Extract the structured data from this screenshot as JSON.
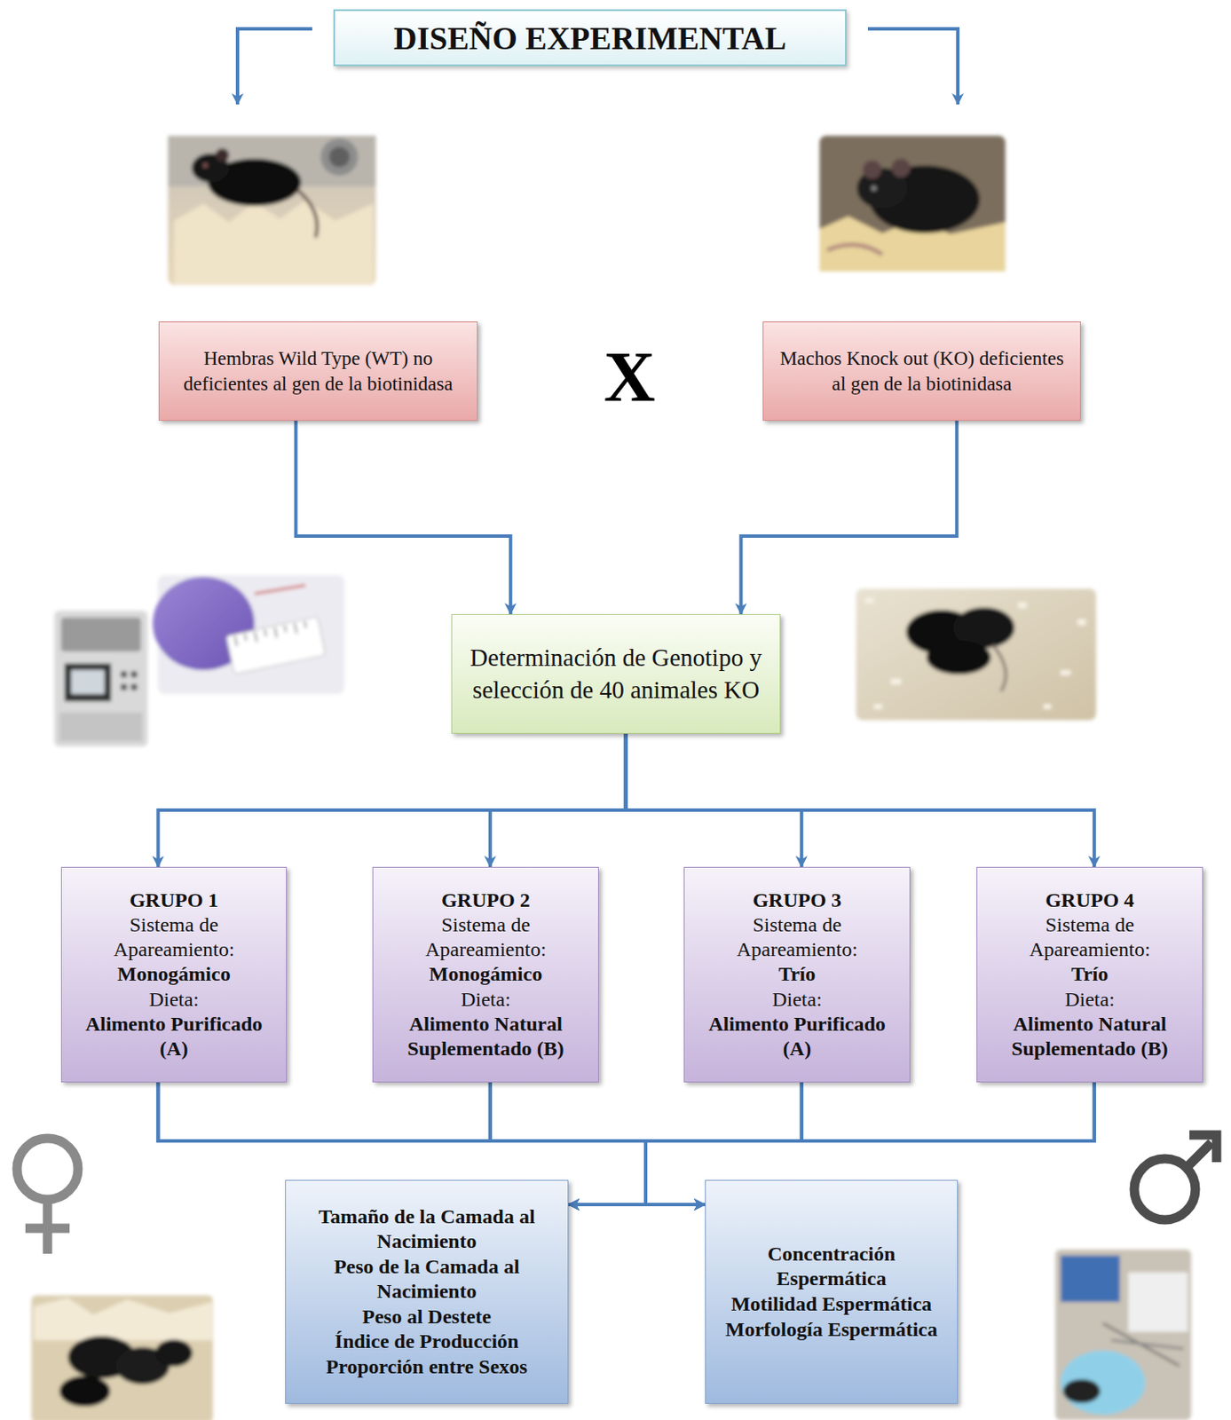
{
  "diagram": {
    "title": "DISEÑO EXPERIMENTAL",
    "nodes": [
      {
        "text": [
          "Hembras Wild Type (WT) no deficientes al gen de la biotinidasa"
        ]
      },
      {
        "text": [
          "Machos Knock out (KO) deficientes al gen de la biotinidasa"
        ]
      },
      {
        "text": [
          "Determinación de Genotipo y selección de 40 animales KO"
        ]
      },
      {
        "text": [
          "GRUPO 1",
          "Sistema de Apareamiento:",
          "Monogámico",
          "Dieta:",
          "Alimento Purificado (A)"
        ]
      },
      {
        "text": [
          "GRUPO 2",
          "Sistema de Apareamiento:",
          "Monogámico",
          "Dieta:",
          "Alimento Natural Suplementado (B)"
        ]
      },
      {
        "text": [
          "GRUPO 3",
          "Sistema de Apareamiento:",
          "Trío",
          "Dieta:",
          "Alimento Purificado (A)"
        ]
      },
      {
        "text": [
          "GRUPO 4",
          "Sistema de Apareamiento:",
          "Trío",
          "Dieta:",
          "Alimento Natural Suplementado (B)"
        ]
      },
      {
        "text": [
          "Tamaño de la Camada al Nacimiento",
          "Peso de la Camada al Nacimiento",
          "Peso al Destete",
          "Índice de Producción",
          "Proporción entre Sexos"
        ]
      },
      {
        "text": [
          "Concentración Espermática",
          "Motilidad Espermática",
          "Morfología Espermática"
        ]
      }
    ],
    "edges": [
      {
        "from": 0,
        "to": 2,
        "arrow": "to"
      },
      {
        "from": 1,
        "to": 2,
        "arrow": "to"
      },
      {
        "from": 2,
        "to": 3,
        "arrow": "to"
      },
      {
        "from": 2,
        "to": 4,
        "arrow": "to"
      },
      {
        "from": 2,
        "to": 5,
        "arrow": "to"
      },
      {
        "from": 2,
        "to": 6,
        "arrow": "to"
      },
      {
        "from": 3,
        "to": 7,
        "arrow": "to"
      },
      {
        "from": 4,
        "to": 7,
        "arrow": "to"
      },
      {
        "from": 5,
        "to": 7,
        "arrow": "to"
      },
      {
        "from": 6,
        "to": 7,
        "arrow": "to"
      },
      {
        "from": 3,
        "to": 8,
        "arrow": "to"
      },
      {
        "from": 4,
        "to": 8,
        "arrow": "to"
      },
      {
        "from": 5,
        "to": 8,
        "arrow": "to"
      },
      {
        "from": 6,
        "to": 8,
        "arrow": "to"
      }
    ],
    "labels": [
      "X"
    ]
  }
}
